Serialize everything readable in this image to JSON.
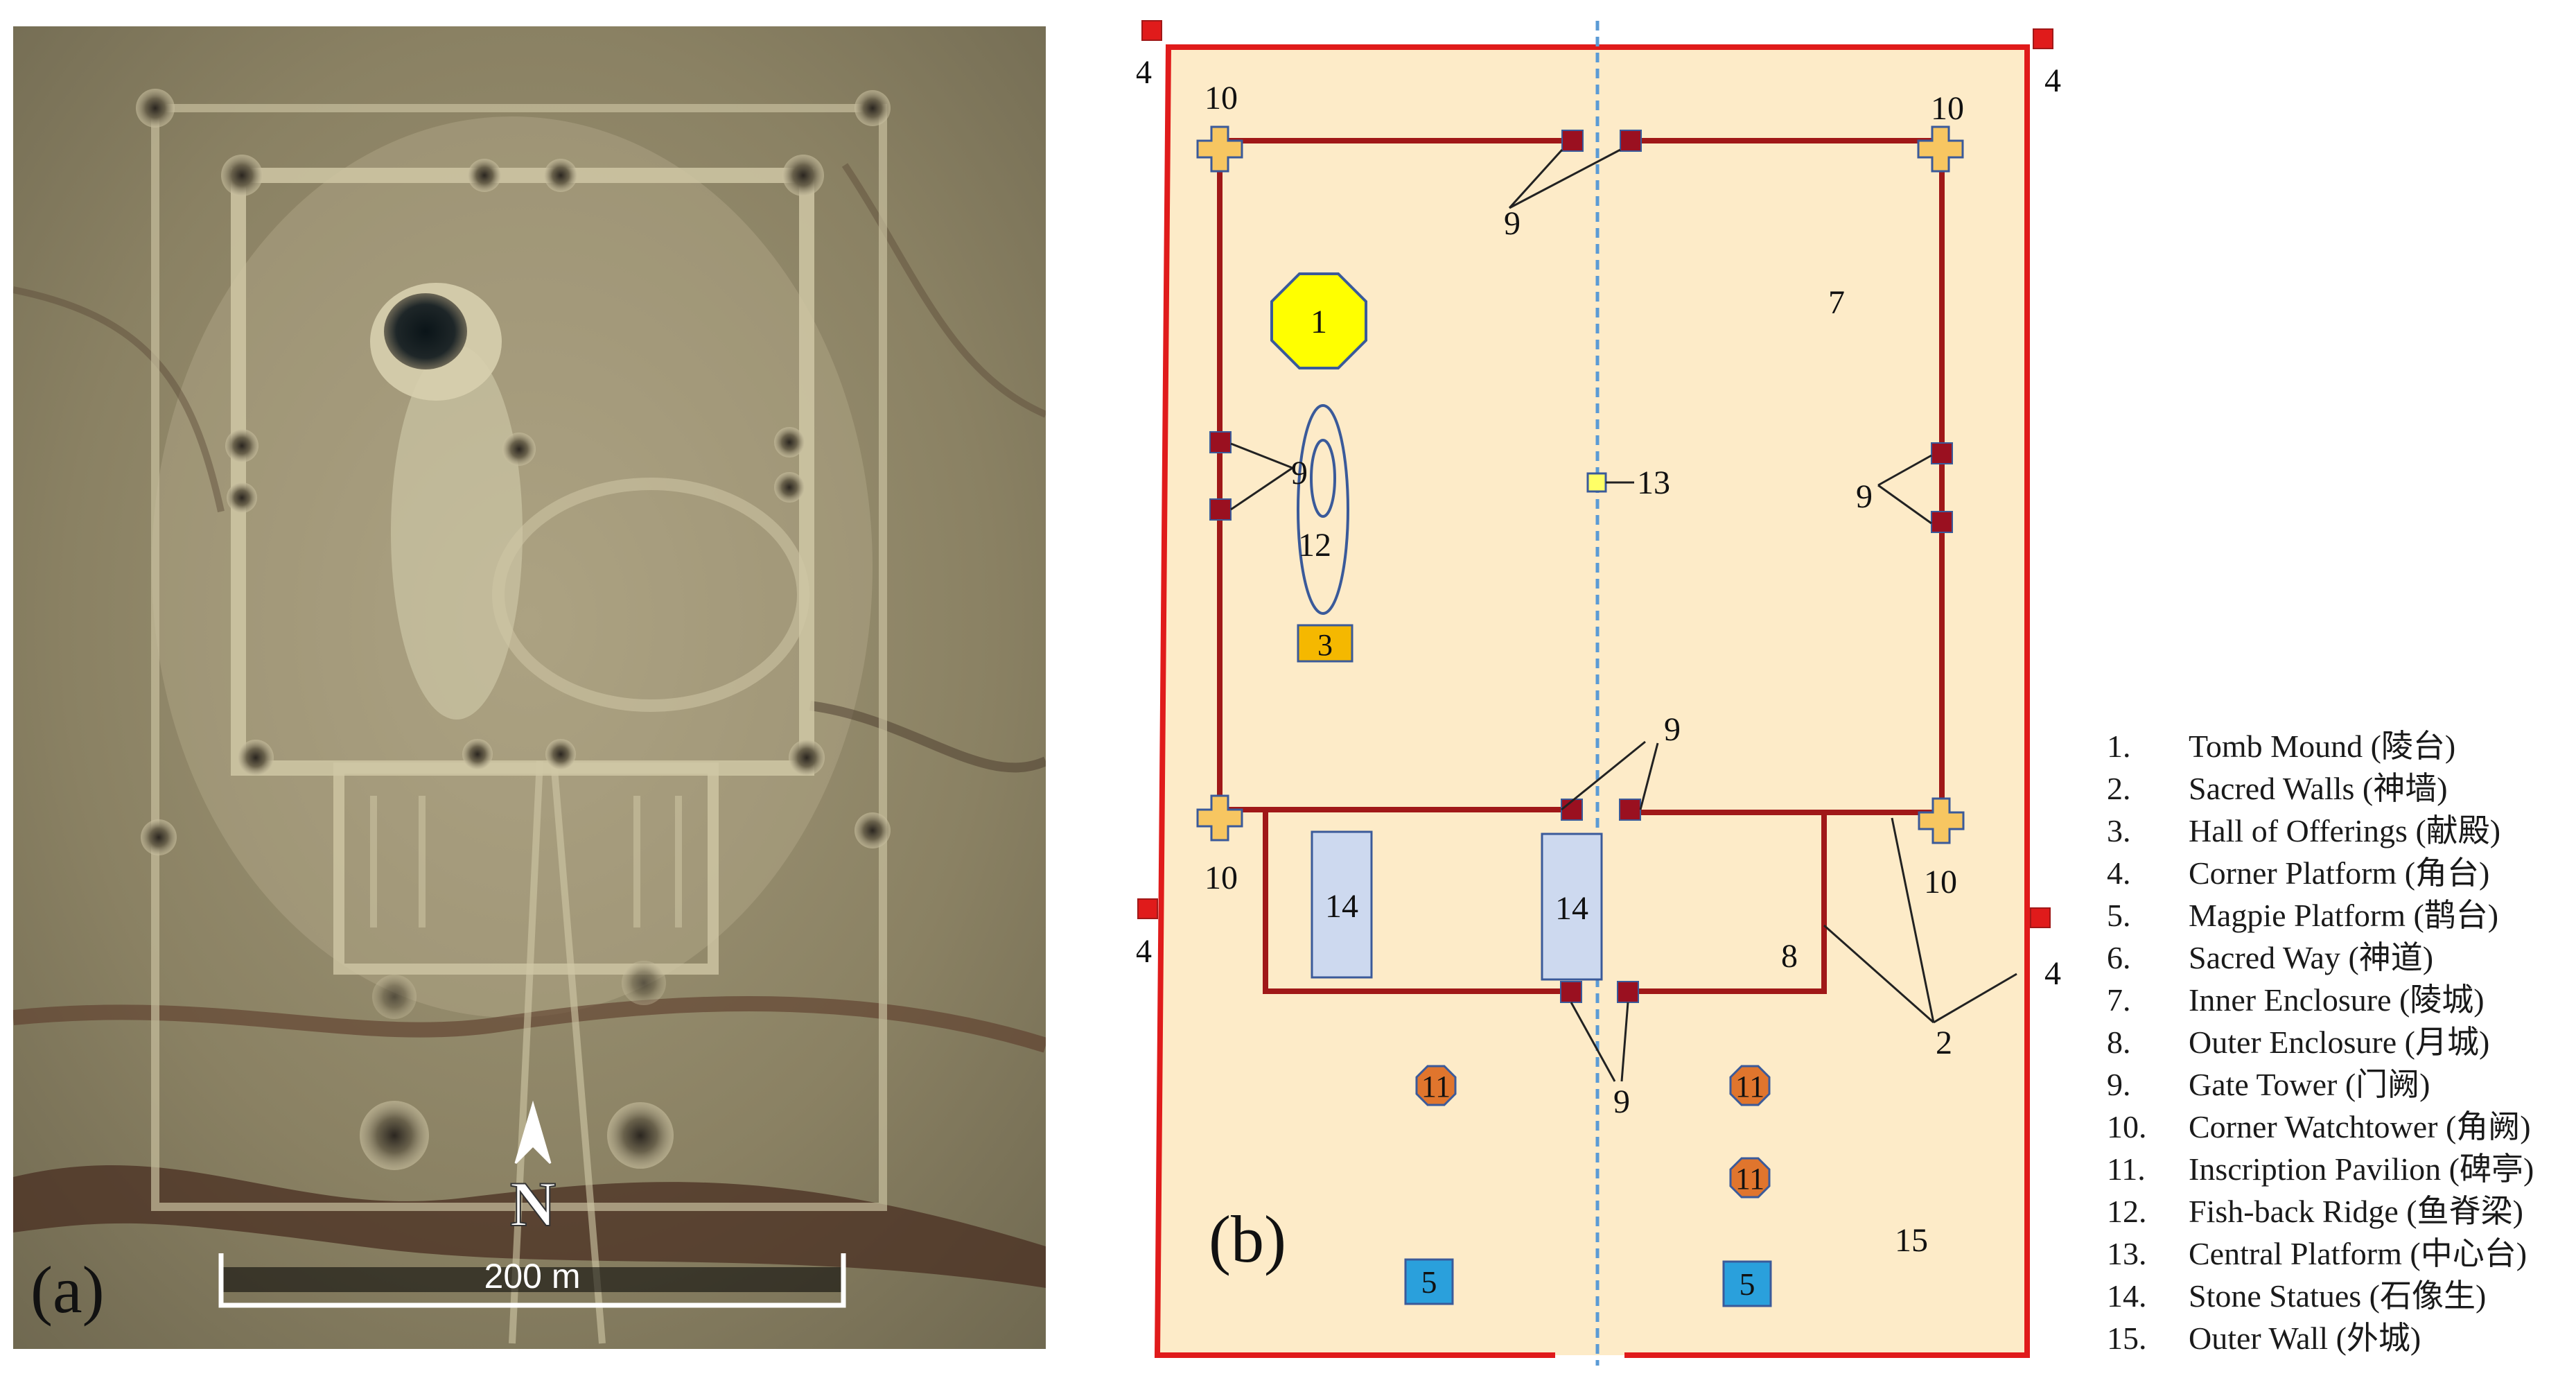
{
  "panel_a": {
    "label": "(a)",
    "north_label": "N",
    "scale_label": "200 m"
  },
  "panel_b": {
    "label": "(b)",
    "markers": {
      "tomb_mound": "1",
      "fish_back_ridge": "12",
      "hall_of_offerings": "3",
      "inner_enclosure": "7",
      "central_platform": "13",
      "outer_enclosure": "8",
      "sacred_walls": "2",
      "outer_wall": "15",
      "gate_tower": "9",
      "corner_watchtower": "10",
      "corner_platform": "4",
      "stone_statues": "14",
      "inscription_pavilion": "11",
      "magpie_platform": "5"
    },
    "colors": {
      "background": "#fdebc8",
      "outer_wall": "#e01b1b",
      "inner_wall": "#a01818",
      "gate_tower": "#9a1020",
      "tomb_mound": "#ffff00",
      "hall_of_offerings": "#f5b800",
      "stone_statues": "#cdd9ef",
      "inscription_pavilion": "#e0752d",
      "magpie_platform": "#2aa0dc",
      "watchtower": "#f7c661",
      "axis": "#5b9bd5"
    }
  },
  "legend": [
    {
      "num": "1.",
      "text": "Tomb Mound (陵台)"
    },
    {
      "num": "2.",
      "text": "Sacred Walls (神墙)"
    },
    {
      "num": "3.",
      "text": "Hall of Offerings (献殿)"
    },
    {
      "num": "4.",
      "text": "Corner Platform (角台)"
    },
    {
      "num": "5.",
      "text": "Magpie Platform (鹊台)"
    },
    {
      "num": "6.",
      "text": "Sacred Way (神道)"
    },
    {
      "num": "7.",
      "text": "Inner Enclosure (陵城)"
    },
    {
      "num": "8.",
      "text": "Outer Enclosure (月城)"
    },
    {
      "num": "9.",
      "text": "Gate Tower (门阙)"
    },
    {
      "num": "10.",
      "text": "Corner Watchtower (角阙)"
    },
    {
      "num": "11.",
      "text": "Inscription Pavilion (碑亭)"
    },
    {
      "num": "12.",
      "text": "Fish-back Ridge (鱼脊梁)"
    },
    {
      "num": "13.",
      "text": "Central Platform (中心台)"
    },
    {
      "num": "14.",
      "text": "Stone Statues (石像生)"
    },
    {
      "num": "15.",
      "text": "Outer Wall (外城)"
    }
  ]
}
